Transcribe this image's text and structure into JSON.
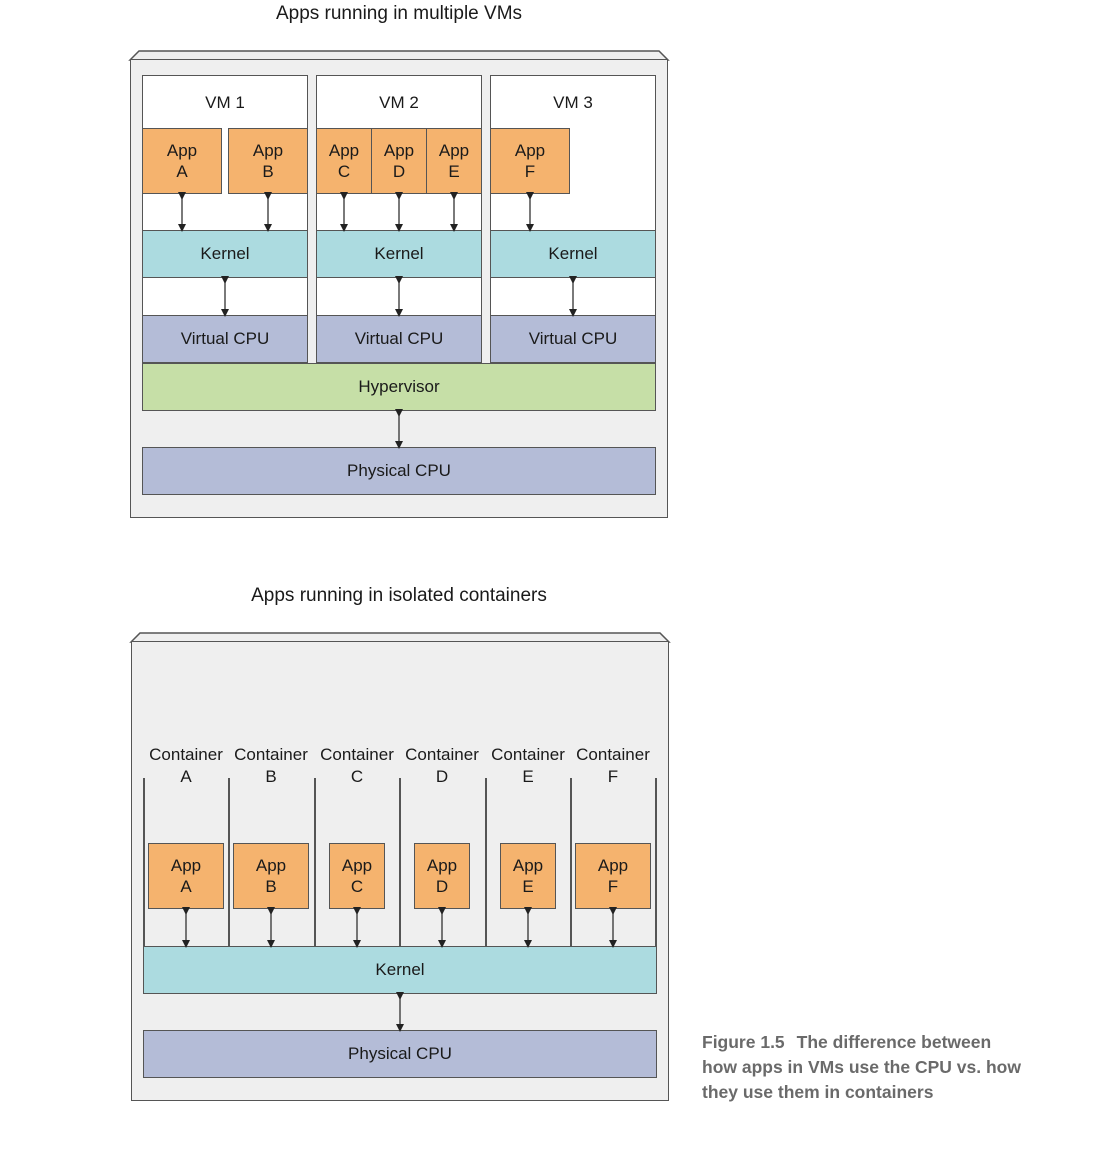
{
  "top": {
    "title": "Apps running in multiple VMs",
    "vms": [
      {
        "label": "VM 1",
        "apps": [
          {
            "line1": "App",
            "line2": "A"
          },
          {
            "line1": "App",
            "line2": "B"
          }
        ],
        "kernel": "Kernel",
        "vcpu": "Virtual CPU"
      },
      {
        "label": "VM 2",
        "apps": [
          {
            "line1": "App",
            "line2": "C"
          },
          {
            "line1": "App",
            "line2": "D"
          },
          {
            "line1": "App",
            "line2": "E"
          }
        ],
        "kernel": "Kernel",
        "vcpu": "Virtual CPU"
      },
      {
        "label": "VM 3",
        "apps": [
          {
            "line1": "App",
            "line2": "F"
          }
        ],
        "kernel": "Kernel",
        "vcpu": "Virtual CPU"
      }
    ],
    "hypervisor": "Hypervisor",
    "physical_cpu": "Physical CPU"
  },
  "bottom": {
    "title": "Apps running in isolated containers",
    "containers": [
      {
        "line1": "Container",
        "line2": "A",
        "app1": "App",
        "app2": "A"
      },
      {
        "line1": "Container",
        "line2": "B",
        "app1": "App",
        "app2": "B"
      },
      {
        "line1": "Container",
        "line2": "C",
        "app1": "App",
        "app2": "C"
      },
      {
        "line1": "Container",
        "line2": "D",
        "app1": "App",
        "app2": "D"
      },
      {
        "line1": "Container",
        "line2": "E",
        "app1": "App",
        "app2": "E"
      },
      {
        "line1": "Container",
        "line2": "F",
        "app1": "App",
        "app2": "F"
      }
    ],
    "kernel": "Kernel",
    "physical_cpu": "Physical CPU"
  },
  "caption": {
    "figure": "Figure 1.5",
    "line1": "The difference between",
    "line2": "how apps in VMs use the CPU vs. how",
    "line3": "they use them in containers"
  },
  "colors": {
    "app": "#f5b36e",
    "kernel": "#acdbe0",
    "cpu": "#b4bcd7",
    "hypervisor": "#c6dfa7",
    "frame": "#efefef"
  }
}
